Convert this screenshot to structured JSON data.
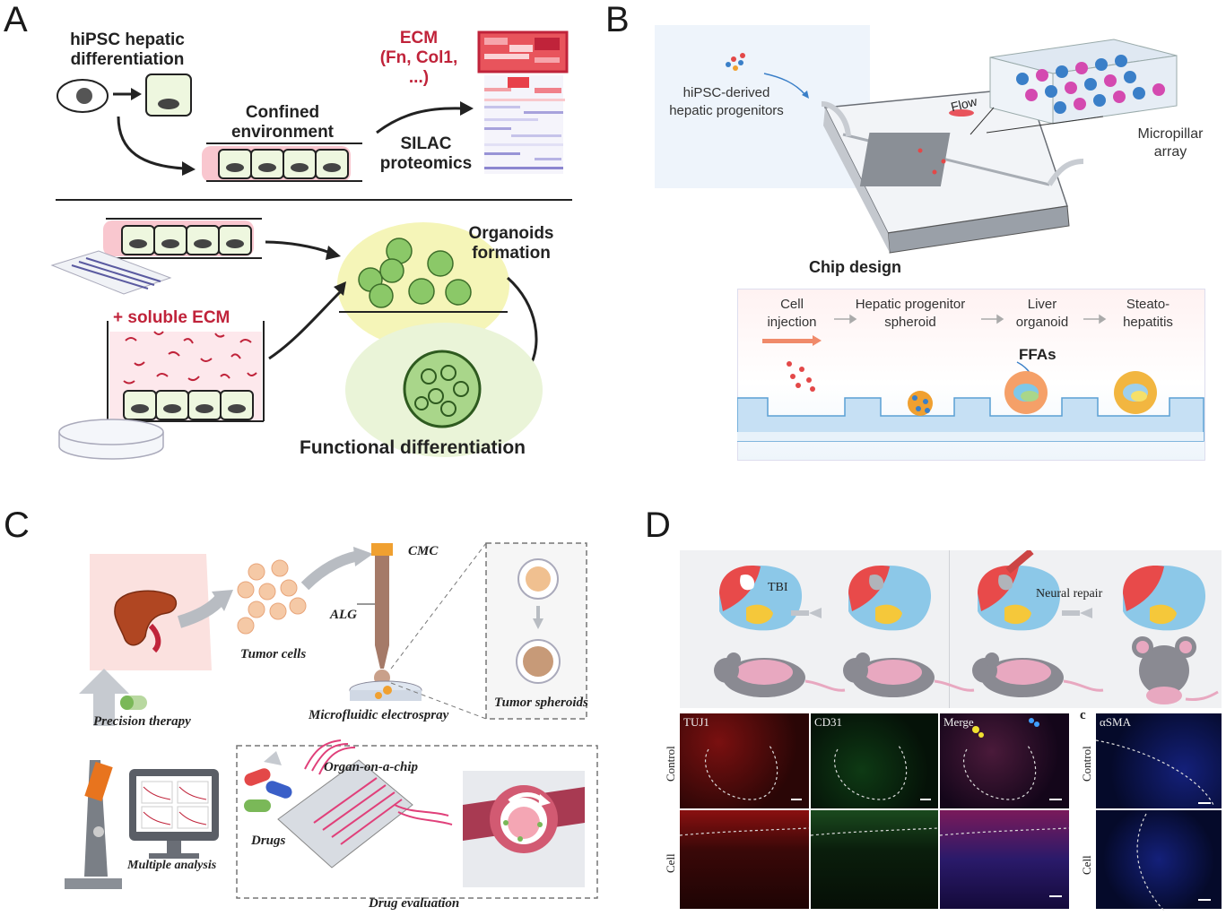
{
  "panels": {
    "A": {
      "letter": "A",
      "hipsc_line1": "hiPSC hepatic",
      "hipsc_line2": "differentiation",
      "confined_line1": "Confined",
      "confined_line2": "environment",
      "silac_line1": "SILAC",
      "silac_line2": "proteomics",
      "ecm_line1": "ECM",
      "ecm_line2": "(Fn, Col1,",
      "ecm_line3": "...)",
      "soluble_ecm": "+ soluble ECM",
      "organoids_line1": "Organoids",
      "organoids_line2": "formation",
      "functional": "Functional differentiation"
    },
    "B": {
      "letter": "B",
      "progenitors_line1": "hiPSC-derived",
      "progenitors_line2": "hepatic progenitors",
      "flow": "Flow",
      "micropillar_line1": "Micropillar",
      "micropillar_line2": "array",
      "chip_design": "Chip design",
      "step1_line1": "Cell",
      "step1_line2": "injection",
      "step2_line1": "Hepatic progenitor",
      "step2_line2": "spheroid",
      "step3_line1": "Liver",
      "step3_line2": "organoid",
      "step4_line1": "Steato-",
      "step4_line2": "hepatitis",
      "ffas": "FFAs"
    },
    "C": {
      "letter": "C",
      "cmc": "CMC",
      "alg": "ALG",
      "tumor_cells": "Tumor cells",
      "microfluidic": "Microfluidic electrospray",
      "tumor_spheroids": "Tumor spheroids",
      "precision": "Precision therapy",
      "organ_on_chip": "Organ-on-a-chip",
      "drugs": "Drugs",
      "multiple": "Multiple analysis",
      "drug_eval": "Drug evaluation"
    },
    "D": {
      "letter": "D",
      "tbi": "TBI",
      "neural_repair": "Neural repair",
      "tuj1": "TUJ1",
      "cd31": "CD31",
      "merge": "Merge",
      "c_label": "c",
      "asma": "αSMA",
      "control": "Control",
      "cell": "Cell"
    }
  },
  "colors": {
    "ecm_red": "#c0233a",
    "organoid_green": "#5a9e3a",
    "chip_blue": "#4a9fd4",
    "brain_red": "#e84a4a",
    "mouse_grey": "#8a8a92"
  }
}
